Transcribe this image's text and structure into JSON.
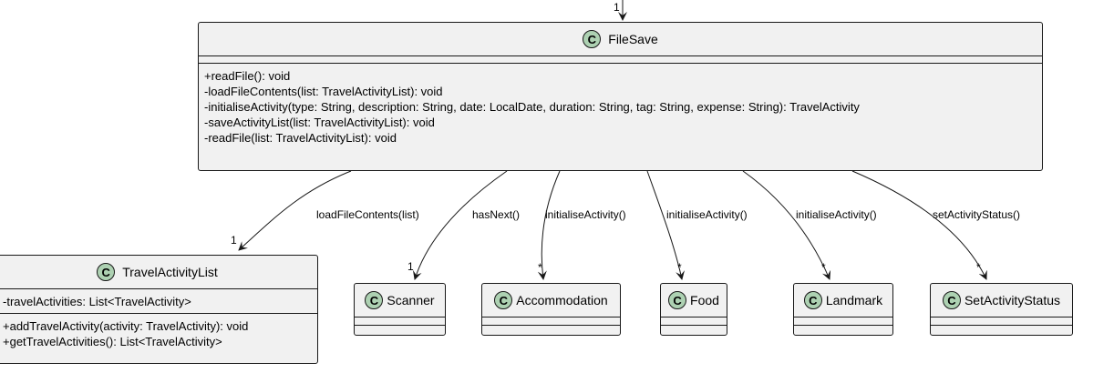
{
  "incoming": {
    "multiplicity": "1"
  },
  "classes": {
    "filesave": {
      "stereotype": "C",
      "name": "FileSave",
      "methods": [
        "+readFile(): void",
        "-loadFileContents(list: TravelActivityList): void",
        "-initialiseActivity(type: String, description: String, date: LocalDate, duration: String, tag: String, expense: String): TravelActivity",
        "-saveActivityList(list: TravelActivityList): void",
        "-readFile(list: TravelActivityList): void"
      ]
    },
    "travelactivitylist": {
      "stereotype": "C",
      "name": "TravelActivityList",
      "fields": [
        "-travelActivities: List<TravelActivity>"
      ],
      "methods": [
        "+addTravelActivity(activity: TravelActivity): void",
        "+getTravelActivities(): List<TravelActivity>"
      ]
    },
    "scanner": {
      "stereotype": "C",
      "name": "Scanner"
    },
    "accommodation": {
      "stereotype": "C",
      "name": "Accommodation"
    },
    "food": {
      "stereotype": "C",
      "name": "Food"
    },
    "landmark": {
      "stereotype": "C",
      "name": "Landmark"
    },
    "setactivitystatus": {
      "stereotype": "C",
      "name": "SetActivityStatus"
    }
  },
  "edges": [
    {
      "label": "loadFileContents(list)",
      "multiplicity": "1"
    },
    {
      "label": "hasNext()",
      "multiplicity": "1"
    },
    {
      "label": "initialiseActivity()",
      "multiplicity": "*"
    },
    {
      "label": "initialiseActivity()",
      "multiplicity": "*"
    },
    {
      "label": "initialiseActivity()",
      "multiplicity": "*"
    },
    {
      "label": "setActivityStatus()",
      "multiplicity": "*"
    }
  ]
}
